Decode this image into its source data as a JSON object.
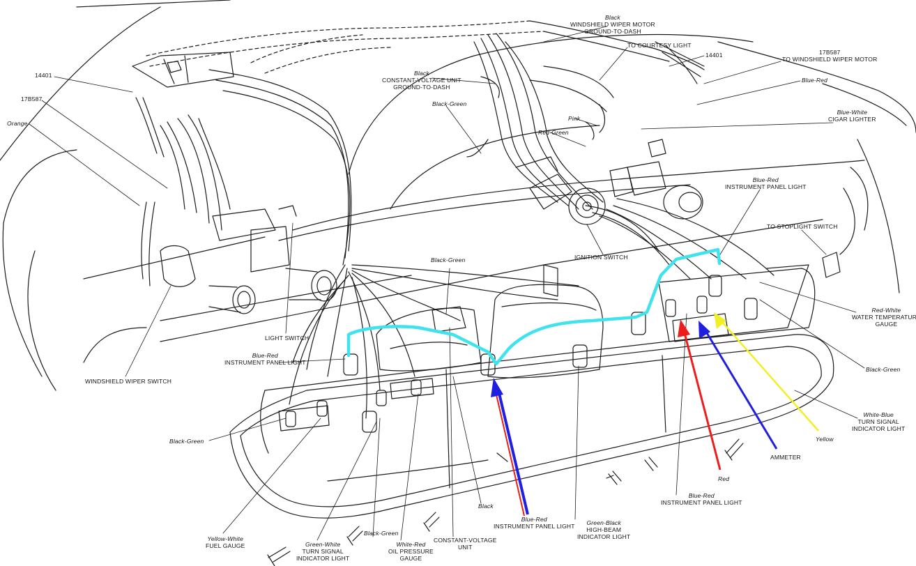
{
  "colors": {
    "line": "#1a1a1a",
    "cyan_wire": "#3fe3ee",
    "red_arrow": "#ee1c1c",
    "blue_arrow": "#1f1fe0",
    "yellow_arrow": "#f2ef22",
    "paper": "#ffffff"
  },
  "labels": {
    "code_14401_left": {
      "l1": "14401"
    },
    "code_17b587_left": {
      "l1": "17B587"
    },
    "orange": {
      "l1": "Orange"
    },
    "black_wiper_ground": {
      "l1": "Black",
      "l2": "WINDSHIELD WIPER MOTOR",
      "l3": "GROUND-TO-DASH"
    },
    "to_courtesy_light": {
      "l1": "TO COURTESY LIGHT"
    },
    "code_14401_right": {
      "l1": "14401"
    },
    "code_17b587_right": {
      "l1": "17B587",
      "l2": "TO WINDSHIELD WIPER MOTOR"
    },
    "blue_red_top": {
      "l1": "Blue-Red"
    },
    "cvu_ground": {
      "l1": "Black",
      "l2": "CONSTANT-VOLTAGE UNIT",
      "l3": "GROUND-TO-DASH"
    },
    "black_green_top": {
      "l1": "Black-Green"
    },
    "pink": {
      "l1": "Pink"
    },
    "red_green": {
      "l1": "Red-Green"
    },
    "blue_white_cigar": {
      "l1": "Blue-White",
      "l2": "CIGAR LIGHTER"
    },
    "blue_red_ipl_right": {
      "l1": "Blue-Red",
      "l2": "INSTRUMENT PANEL LIGHT"
    },
    "to_stoplight_switch": {
      "l1": "TO STOPLIGHT SWITCH"
    },
    "ignition_switch": {
      "l1": "IGNITION SWITCH"
    },
    "black_green_mid": {
      "l1": "Black-Green"
    },
    "light_switch": {
      "l1": "LIGHT SWITCH"
    },
    "blue_red_ipl_left": {
      "l1": "Blue-Red",
      "l2": "INSTRUMENT PANEL LIGHT"
    },
    "windshield_wiper_switch": {
      "l1": "WINDSHIELD WIPER SWITCH"
    },
    "red_white_temp": {
      "l1": "Red-White",
      "l2": "WATER TEMPERATURE",
      "l3": "GAUGE"
    },
    "black_green_right": {
      "l1": "Black-Green"
    },
    "white_blue_turn": {
      "l1": "White-Blue",
      "l2": "TURN SIGNAL",
      "l3": "INDICATOR LIGHT"
    },
    "yellow": {
      "l1": "Yellow"
    },
    "ammeter": {
      "l1": "AMMETER"
    },
    "red": {
      "l1": "Red"
    },
    "black_green_left": {
      "l1": "Black-Green"
    },
    "blue_red_ipl_bottom_right": {
      "l1": "Blue-Red",
      "l2": "INSTRUMENT PANEL LIGHT"
    },
    "black_bottom": {
      "l1": "Black"
    },
    "blue_red_ipl_bottom": {
      "l1": "Blue-Red",
      "l2": "INSTRUMENT PANEL LIGHT"
    },
    "green_black_highbeam": {
      "l1": "Green-Black",
      "l2": "HIGH-BEAM",
      "l3": "INDICATOR LIGHT"
    },
    "yellow_white_fuel": {
      "l1": "Yellow-White",
      "l2": "FUEL GAUGE"
    },
    "black_green_bottom": {
      "l1": "Black-Green"
    },
    "green_white_turn": {
      "l1": "Green-White",
      "l2": "TURN SIGNAL",
      "l3": "INDICATOR LIGHT"
    },
    "white_red_oil": {
      "l1": "White-Red",
      "l2": "OIL PRESSURE",
      "l3": "GAUGE"
    },
    "constant_voltage_unit": {
      "l1": "CONSTANT-VOLTAGE",
      "l2": "UNIT"
    }
  }
}
